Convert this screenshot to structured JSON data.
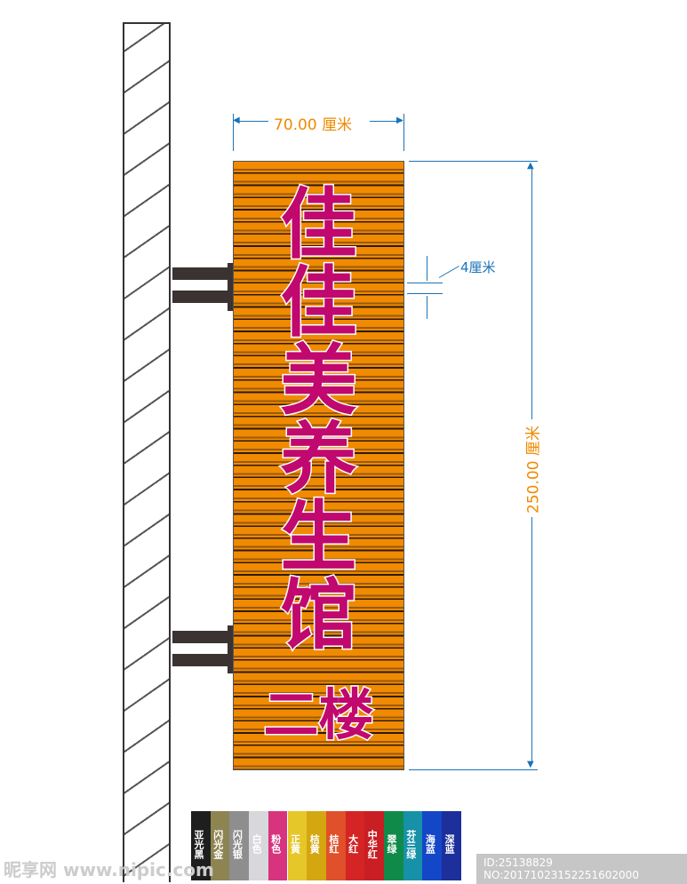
{
  "sign": {
    "chars": [
      "佳",
      "佳",
      "美",
      "养",
      "生",
      "馆"
    ],
    "floor": "二楼",
    "text_color": "#c0086e",
    "panel_color": "#f08a00"
  },
  "dimensions": {
    "width": "70.00 厘米",
    "height": "250.00 厘米",
    "stripe": "4厘米",
    "line_color": "#1a73b8"
  },
  "swatches": [
    {
      "label": "亚光黑",
      "color": "#1e1e1e"
    },
    {
      "label": "闪光金",
      "color": "#8d8452"
    },
    {
      "label": "闪光银",
      "color": "#8e8e8e"
    },
    {
      "label": "白色",
      "color": "#d7d7dc"
    },
    {
      "label": "粉色",
      "color": "#d8337f"
    },
    {
      "label": "正黄",
      "color": "#e6c72a"
    },
    {
      "label": "桔黄",
      "color": "#d4a60f"
    },
    {
      "label": "桔红",
      "color": "#e0502a"
    },
    {
      "label": "大红",
      "color": "#d42424"
    },
    {
      "label": "中华红",
      "color": "#c81e24"
    },
    {
      "label": "翠绿",
      "color": "#0f8a48"
    },
    {
      "label": "芬兰绿",
      "color": "#1691a8"
    },
    {
      "label": "海蓝",
      "color": "#1446c8"
    },
    {
      "label": "深蓝",
      "color": "#1c2f9a"
    }
  ],
  "watermark": {
    "id": "ID:25138829 NO:20171023152251602000",
    "logo": "昵享网 www.nipic.com"
  }
}
